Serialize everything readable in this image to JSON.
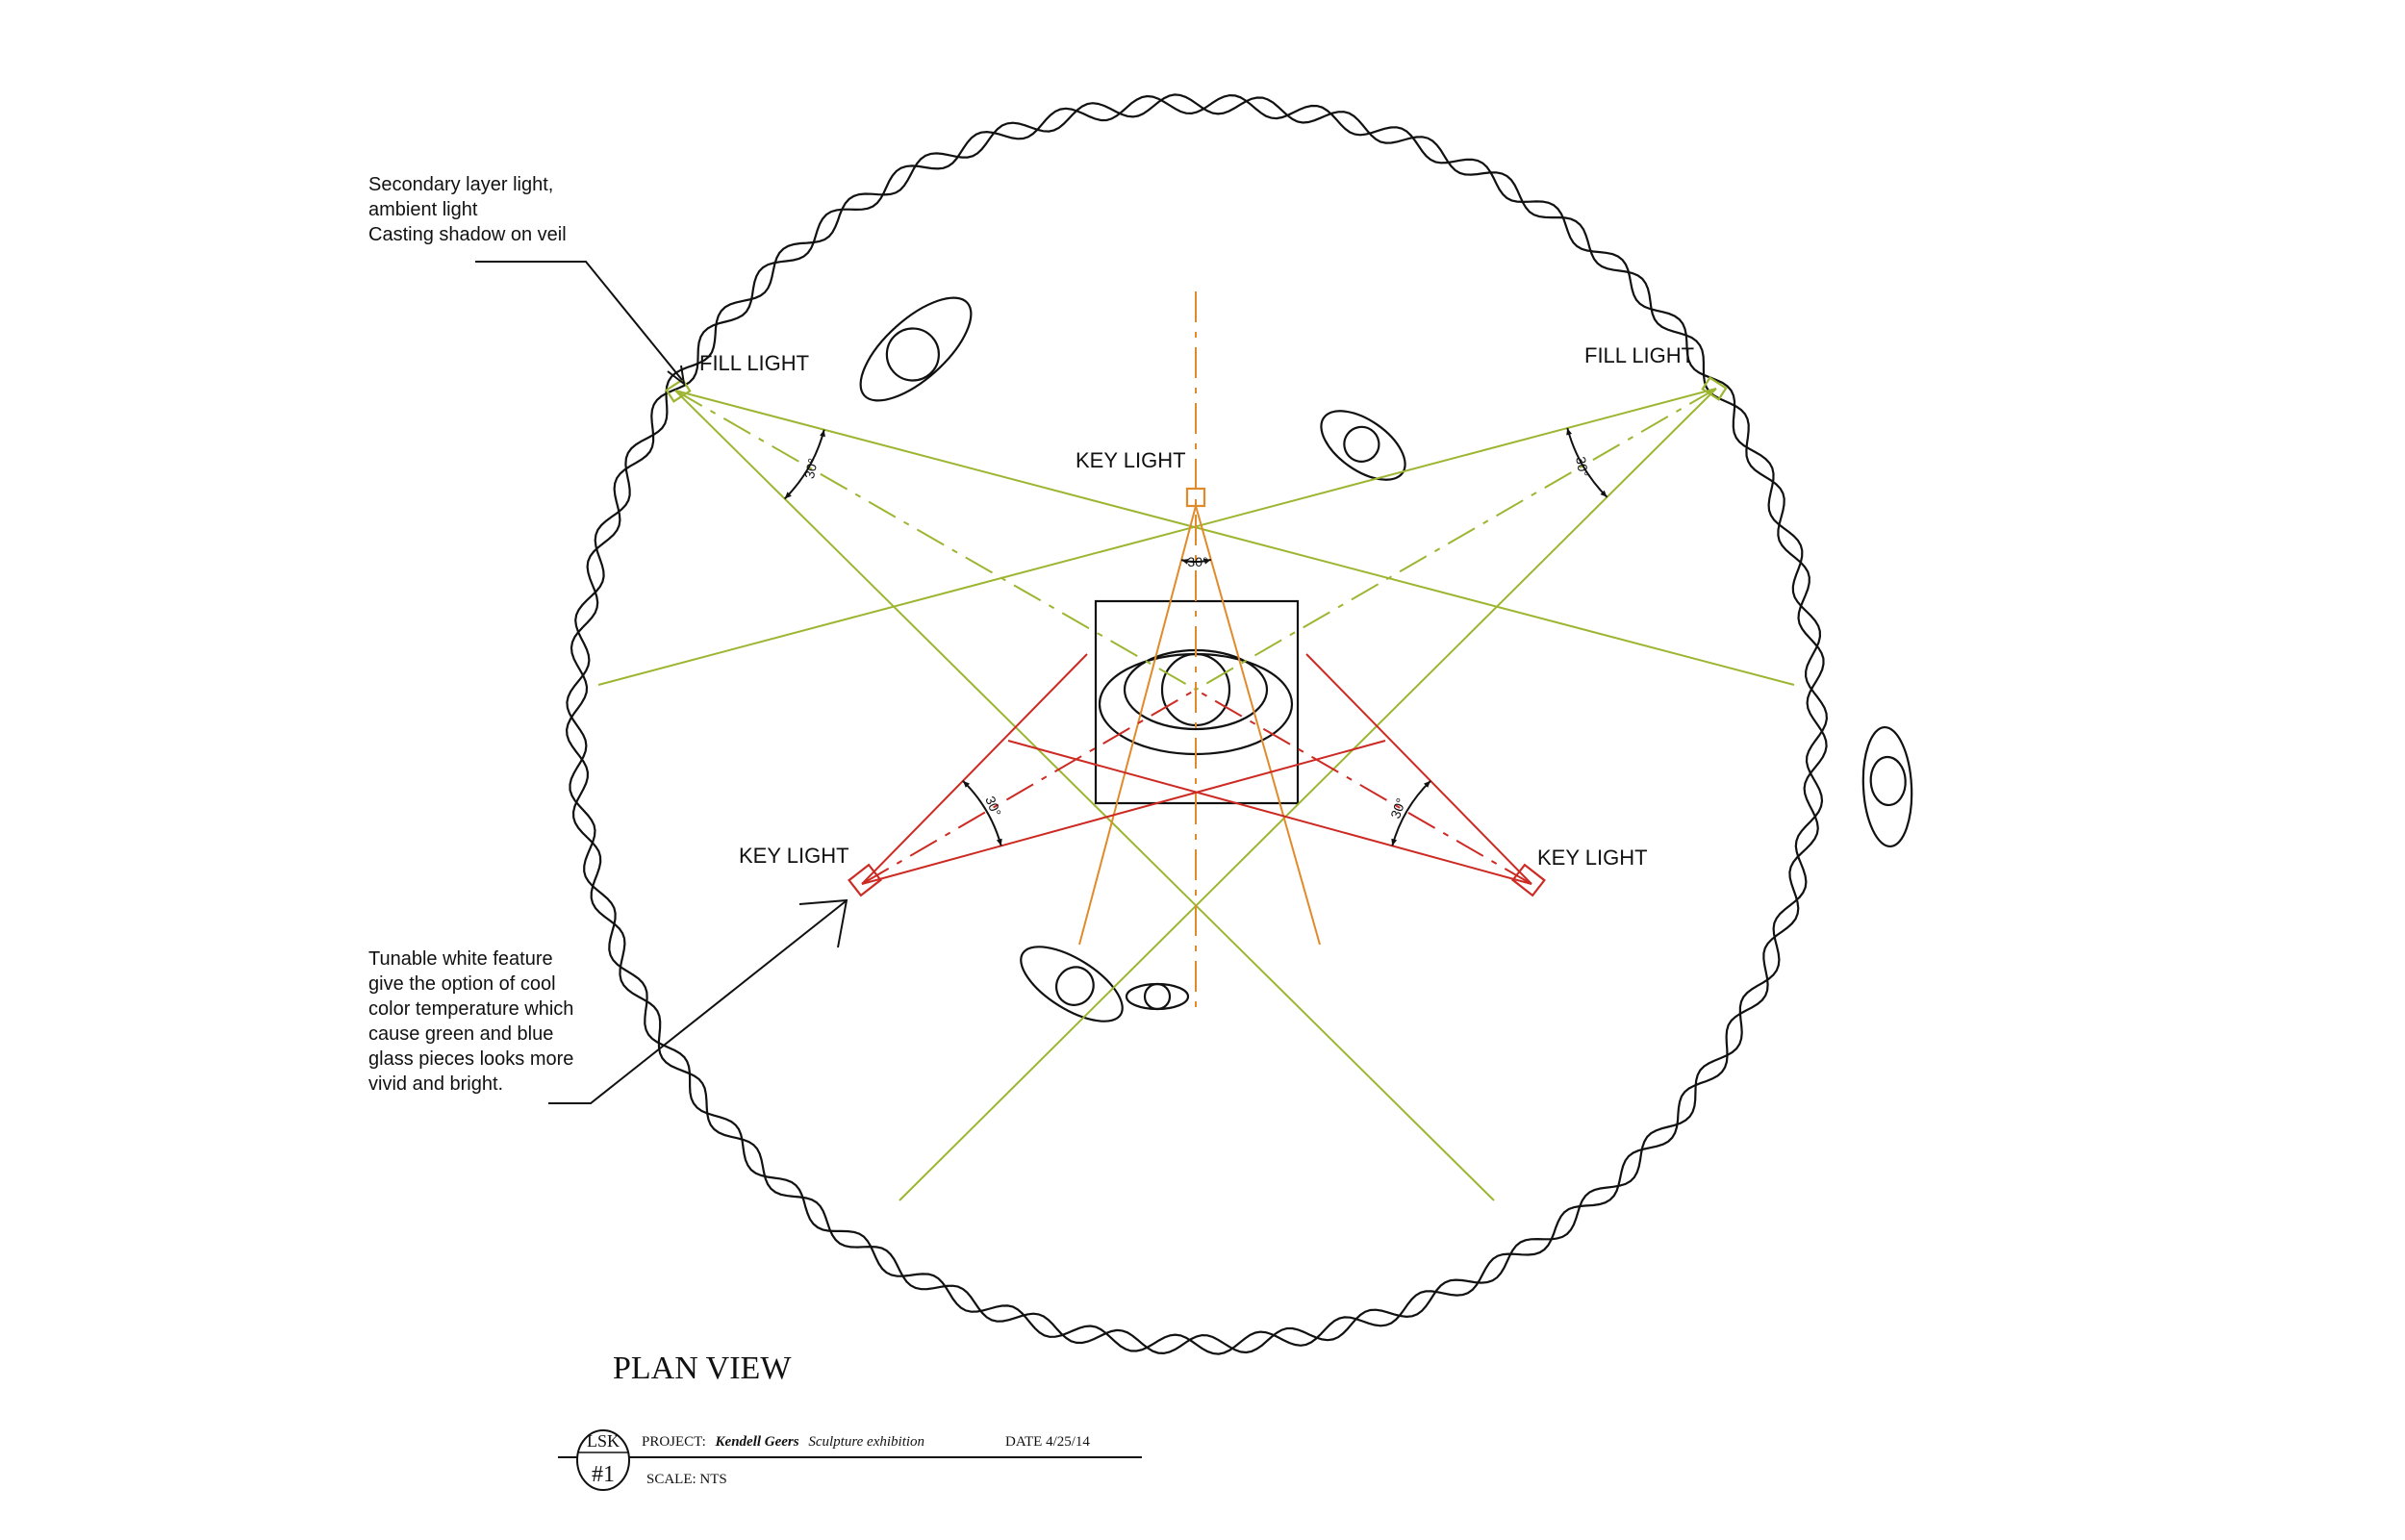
{
  "notes": {
    "secondary": [
      "Secondary layer light,",
      "ambient light",
      "Casting shadow on veil"
    ],
    "tunable": [
      "Tunable white feature",
      "give the option of  cool",
      "color temperature  which",
      "cause green and blue",
      "glass pieces looks more",
      "vivid and bright."
    ]
  },
  "lights": {
    "fill_left": "FILL LIGHT",
    "fill_right": "FILL LIGHT",
    "key_top": "KEY LIGHT",
    "key_left": "KEY LIGHT",
    "key_right": "KEY LIGHT"
  },
  "angles": {
    "fill_left": "30°",
    "fill_right": "30°",
    "key_top": "30°",
    "key_left": "30°",
    "key_right": "30°"
  },
  "title": "PLAN VIEW",
  "title_block": {
    "badge_top": "LSK",
    "badge_bottom": "#1",
    "project_label": "PROJECT:",
    "project_name": "Kendell Geers",
    "project_desc": "Sculpture exhibition",
    "date": "DATE 4/25/14",
    "scale": "SCALE:  NTS"
  },
  "colors": {
    "fill_light": "#9cb631",
    "key_top": "#e08a2a",
    "key_red": "#cc2a22",
    "linework": "#111111"
  }
}
